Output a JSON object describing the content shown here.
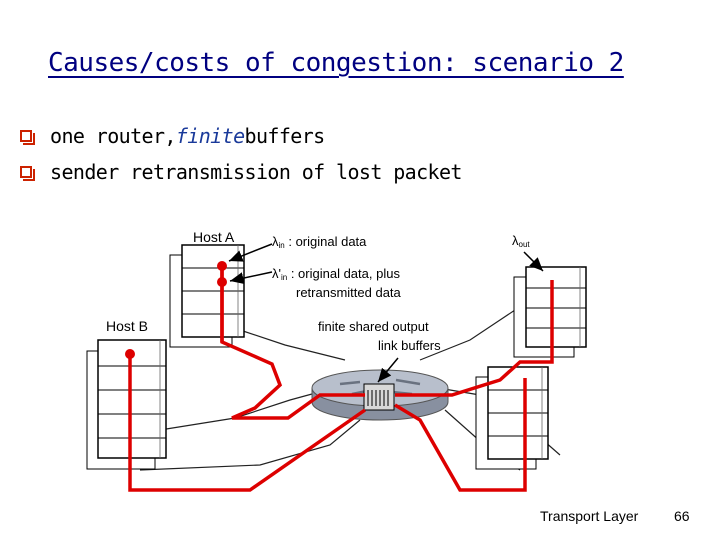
{
  "slide": {
    "title": "Causes/costs of congestion: scenario 2",
    "bullets": [
      {
        "text_before": "one router, ",
        "text_em": "finite",
        "text_after": " buffers"
      },
      {
        "text_before": "sender retransmission of lost packet",
        "text_em": "",
        "text_after": ""
      }
    ]
  },
  "diagram": {
    "host_a": "Host A",
    "host_b": "Host B",
    "lambda_in_symbol": "λ",
    "lambda_in_sub": "in",
    "lambda_in_desc": " : original data",
    "lambda_in_prime_symbol": "λ'",
    "lambda_in_prime_sub": "in",
    "lambda_in_prime_desc_1": " : original data, plus",
    "lambda_in_prime_desc_2": "retransmitted data",
    "lambda_out_symbol": "λ",
    "lambda_out_sub": "out",
    "buffer_label_1": "finite shared output",
    "buffer_label_2": "link buffers",
    "colors": {
      "flow": "#dd0000",
      "host_border": "#000000",
      "router": "#a0a8b8",
      "title": "#000080",
      "bullet": "#cc2200"
    }
  },
  "footer": {
    "label": "Transport Layer",
    "page": "66"
  }
}
